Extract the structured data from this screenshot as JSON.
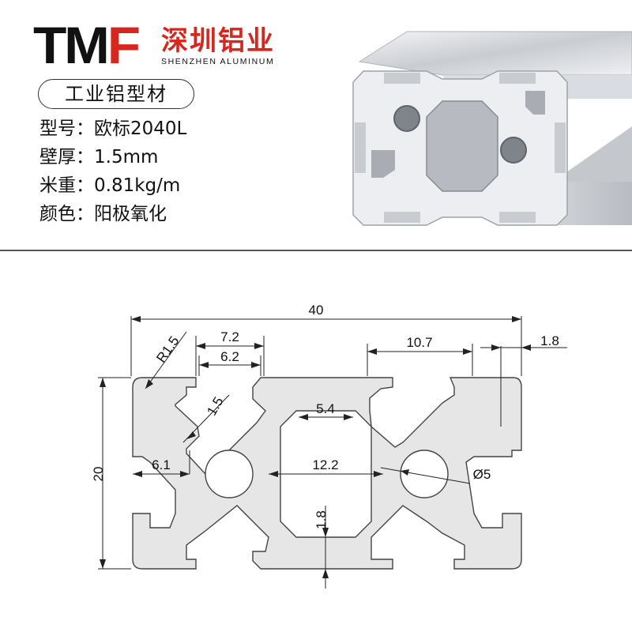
{
  "brand": {
    "logo_text": "TMF",
    "name_cn": "深圳铝业",
    "name_en": "SHENZHEN ALUMINUM"
  },
  "category_pill": "工业铝型材",
  "specs": [
    {
      "label": "型号：",
      "value": "欧标2040L"
    },
    {
      "label": "壁厚：",
      "value": "1.5mm"
    },
    {
      "label": "米重：",
      "value": "0.81kg/m"
    },
    {
      "label": "颜色：",
      "value": "阳极氧化"
    }
  ],
  "drawing": {
    "width": "40",
    "height": "20",
    "slot_outer": "7.2",
    "slot_inner": "6.2",
    "groove_width": "10.7",
    "lip": "1.8",
    "radius": "R1.5",
    "wall": "1.5",
    "center_gap": "5.4",
    "side_depth": "6.1",
    "center_width": "12.2",
    "hole": "Ø5",
    "web": "1.8"
  },
  "colors": {
    "brand_red": "#d7261e",
    "profile_fill": "#e6e6e6",
    "profile_stroke": "#444444"
  }
}
